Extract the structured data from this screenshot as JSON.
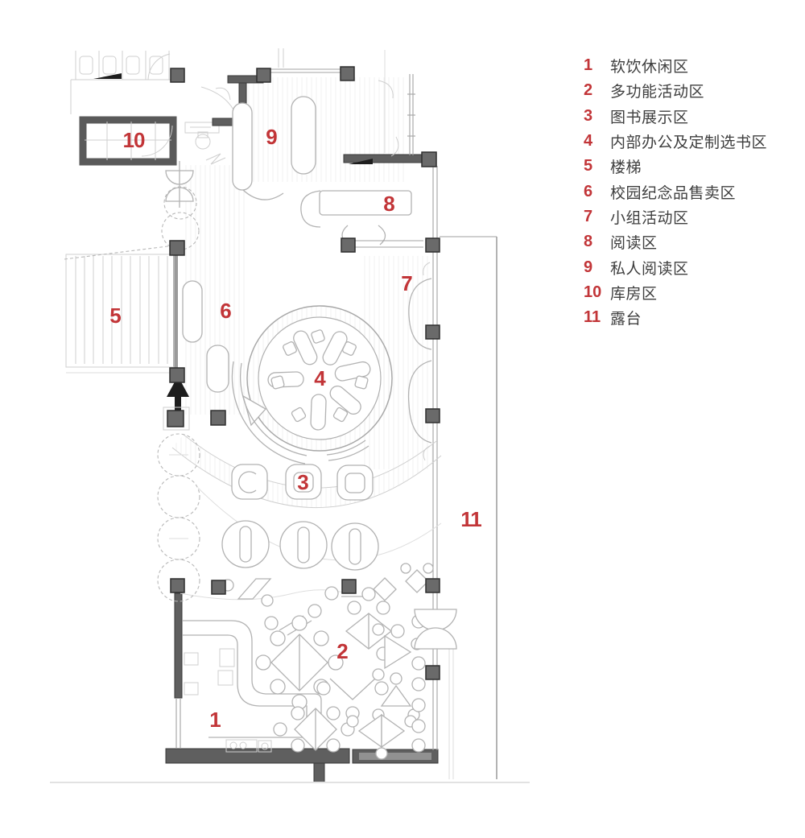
{
  "palette": {
    "accent_red": "#c23538",
    "wall_gray": "#5f5f5f",
    "furniture_line_gray": "#b2b2b2",
    "legend_text_gray": "#3e3e3e"
  },
  "legend": {
    "items": [
      {
        "num": "1",
        "label": "软饮休闲区"
      },
      {
        "num": "2",
        "label": "多功能活动区"
      },
      {
        "num": "3",
        "label": "图书展示区"
      },
      {
        "num": "4",
        "label": "内部办公及定制选书区"
      },
      {
        "num": "5",
        "label": "楼梯"
      },
      {
        "num": "6",
        "label": "校园纪念品售卖区"
      },
      {
        "num": "7",
        "label": "小组活动区"
      },
      {
        "num": "8",
        "label": "阅读区"
      },
      {
        "num": "9",
        "label": "私人阅读区"
      },
      {
        "num": "10",
        "label": "库房区"
      },
      {
        "num": "11",
        "label": "露台"
      }
    ]
  }
}
